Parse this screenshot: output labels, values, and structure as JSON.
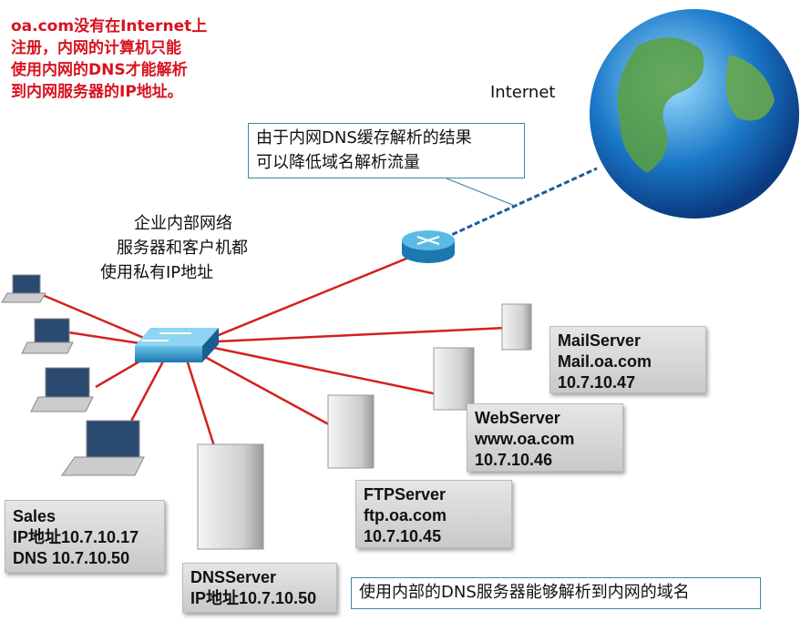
{
  "note_lines": [
    "oa.com没有在Internet上",
    "注册，内网的计算机只能",
    "使用内网的DNS才能解析",
    "到内网服务器的IP地址。"
  ],
  "internet_label": "Internet",
  "cache_callout": [
    "由于内网DNS缓存解析的结果",
    "可以降低域名解析流量"
  ],
  "lan_desc": [
    "企业内部网络",
    "服务器和客户机都",
    "使用私有IP地址"
  ],
  "servers": {
    "mail": [
      "MailServer",
      "Mail.oa.com",
      "10.7.10.47"
    ],
    "web": [
      "WebServer",
      "www.oa.com",
      "10.7.10.46"
    ],
    "ftp": [
      "FTPServer",
      "ftp.oa.com",
      "10.7.10.45"
    ],
    "dns": [
      "DNSServer",
      "IP地址10.7.10.50"
    ]
  },
  "sales": [
    "Sales",
    "IP地址10.7.10.17",
    "DNS 10.7.10.50"
  ],
  "dns_callout": "使用内部的DNS服务器能够解析到内网的域名",
  "colors": {
    "note": "#d8121f",
    "link": "#d42020",
    "wan": "#1f5aa0",
    "switch": "#2a8fc0"
  }
}
